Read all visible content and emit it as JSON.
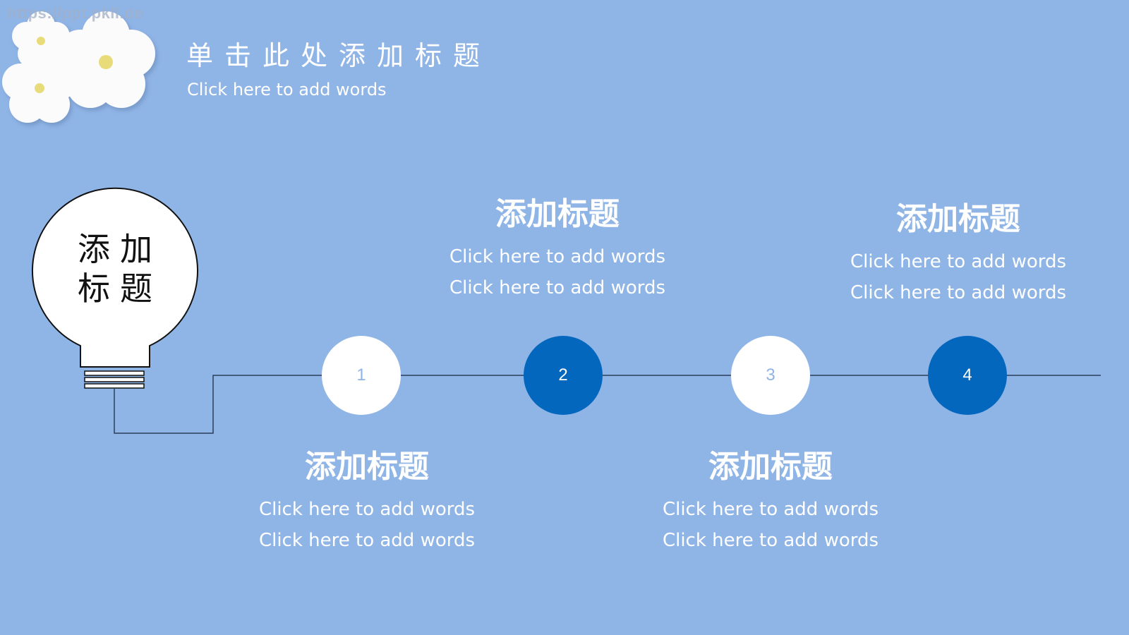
{
  "watermark": "https://ppt.pkll.de",
  "slide": {
    "title": "单击此处添加标题",
    "subtitle": "Click here to add words"
  },
  "bulb": {
    "line1": "添加",
    "line2": "标题"
  },
  "nodes": [
    {
      "label": "1",
      "style": "light"
    },
    {
      "label": "2",
      "style": "dark"
    },
    {
      "label": "3",
      "style": "light"
    },
    {
      "label": "4",
      "style": "dark"
    }
  ],
  "steps": [
    {
      "title": "添加标题",
      "line1": "Click here to add words",
      "line2": "Click here to add words"
    },
    {
      "title": "添加标题",
      "line1": "Click here to add words",
      "line2": "Click here to add words"
    },
    {
      "title": "添加标题",
      "line1": "Click here to add words",
      "line2": "Click here to add words"
    },
    {
      "title": "添加标题",
      "line1": "Click here to add words",
      "line2": "Click here to add words"
    }
  ],
  "colors": {
    "background": "#8fb4e6",
    "accent_dark": "#0467be",
    "light_node": "#ffffff",
    "text": "#ffffff"
  },
  "icons": [
    "flower-decoration-icon",
    "light-bulb-icon"
  ]
}
